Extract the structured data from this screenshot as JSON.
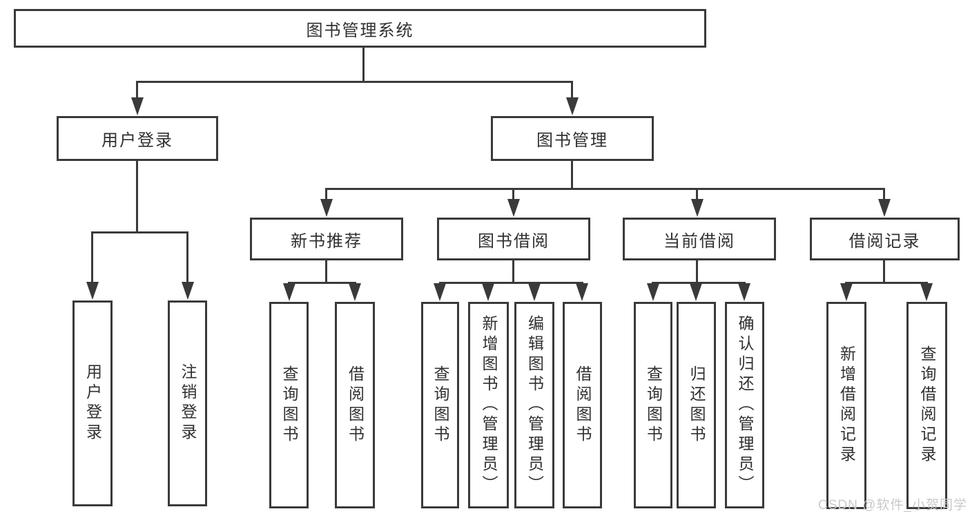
{
  "nodes": {
    "root": "图书管理系统",
    "user_login": "用户登录",
    "book_mgmt": "图书管理",
    "new_books": "新书推荐",
    "book_borrow": "图书借阅",
    "current_borrow": "当前借阅",
    "borrow_records": "借阅记录",
    "leaf_user_login": "用户登录",
    "leaf_logout": "注销登录",
    "leaf_nb_query": "查询图书",
    "leaf_nb_borrow": "借阅图书",
    "leaf_bb_query": "查询图书",
    "leaf_bb_add": "新增图书（管理员）",
    "leaf_bb_edit": "编辑图书（管理员）",
    "leaf_bb_borrow": "借阅图书",
    "leaf_cb_query": "查询图书",
    "leaf_cb_return": "归还图书",
    "leaf_cb_confirm": "确认归还（管理员）",
    "leaf_br_add": "新增借阅记录",
    "leaf_br_query": "查询借阅记录"
  },
  "watermark": "CSDN @软件_小贺同学",
  "colors": {
    "line": "#3a3a3a",
    "text": "#303030",
    "background": "#ffffff",
    "watermark": "#c9c9c9"
  }
}
